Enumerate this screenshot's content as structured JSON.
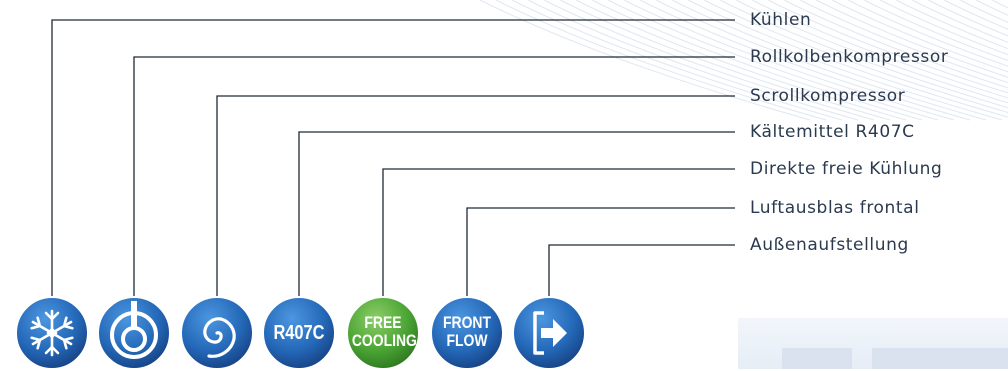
{
  "features": [
    {
      "label": "Kühlen",
      "icon": "snowflake-icon"
    },
    {
      "label": "Rollkolbenkompressor",
      "icon": "rolling-piston-icon"
    },
    {
      "label": "Scrollkompressor",
      "icon": "scroll-spiral-icon"
    },
    {
      "label": "Kältemittel R407C",
      "icon": "refrigerant-badge-icon",
      "badge_text": "R407C"
    },
    {
      "label": "Direkte freie Kühlung",
      "icon": "free-cooling-badge-icon",
      "badge_line1": "FREE",
      "badge_line2": "COOLING"
    },
    {
      "label": "Luftausblas frontal",
      "icon": "front-flow-badge-icon",
      "badge_line1": "FRONT",
      "badge_line2": "FLOW"
    },
    {
      "label": "Außenaufstellung",
      "icon": "outdoor-exit-icon"
    }
  ],
  "colors": {
    "icon_blue": "#1d58a8",
    "icon_blue_light": "#3f8bd8",
    "icon_green": "#3f9a2f",
    "icon_green_light": "#7cc25c",
    "line": "#1f2a38",
    "label_text": "#2b3a4f"
  }
}
